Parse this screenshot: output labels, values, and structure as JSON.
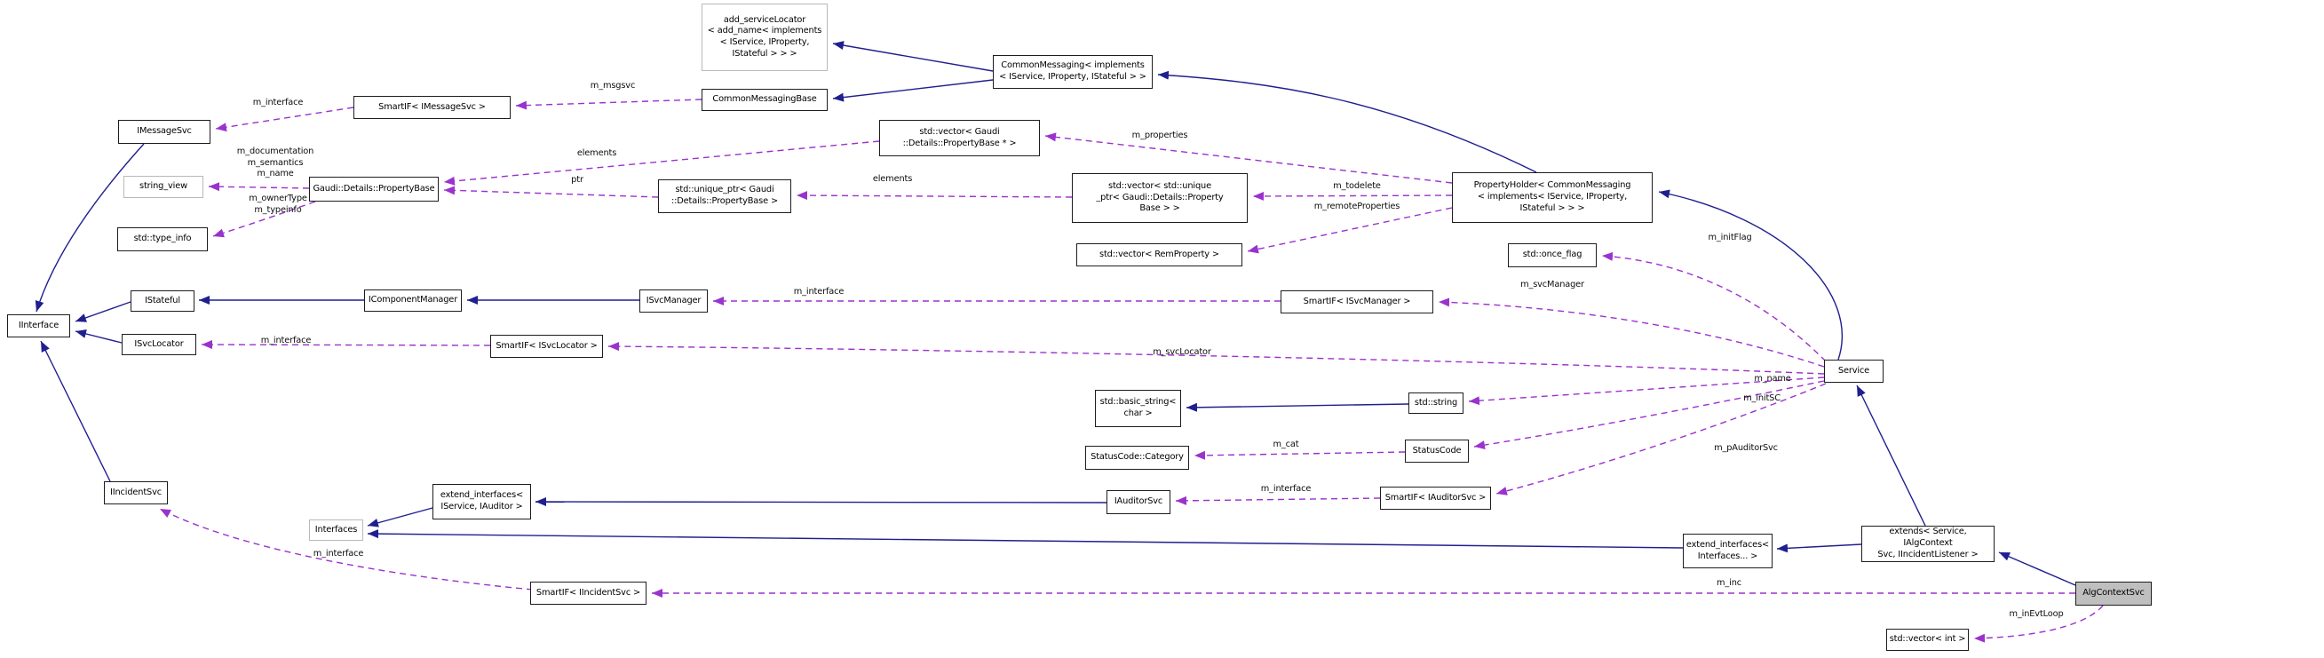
{
  "diagram": {
    "kind": "collaboration-graph",
    "colors": {
      "inheritance_edge": "#1f1f8f",
      "usage_edge": "#9a32cd",
      "node_border": "#1d1d1d",
      "external_node_border": "#b9b9b9",
      "highlight_node_fill": "#bfbfbf",
      "background": "#ffffff"
    },
    "nodes": {
      "addServiceLocator": {
        "label": "add_serviceLocator\n< add_name< implements\n< IService, IProperty,\nIStateful > > >"
      },
      "commonMessaging": {
        "label": "CommonMessaging< implements\n< IService, IProperty, IStateful > >"
      },
      "commonMessagingBase": {
        "label": "CommonMessagingBase"
      },
      "smartifIMessageSvc": {
        "label": "SmartIF< IMessageSvc >"
      },
      "imessageSvc": {
        "label": "IMessageSvc"
      },
      "stringView": {
        "label": "string_view"
      },
      "propertyBase": {
        "label": "Gaudi::Details::PropertyBase"
      },
      "stdTypeInfo": {
        "label": "std::type_info"
      },
      "uniquePtrPropertyBase": {
        "label": "std::unique_ptr< Gaudi\n::Details::PropertyBase >"
      },
      "vectorPropertyBasePtr": {
        "label": "std::vector< Gaudi\n::Details::PropertyBase * >"
      },
      "vectorUniquePtr": {
        "label": "std::vector< std::unique\n_ptr< Gaudi::Details::Property\nBase > >"
      },
      "vectorRemProperty": {
        "label": "std::vector< RemProperty >"
      },
      "propertyHolder": {
        "label": "PropertyHolder< CommonMessaging\n< implements< IService, IProperty,\nIStateful > > >"
      },
      "onceFlag": {
        "label": "std::once_flag"
      },
      "istateful": {
        "label": "IStateful"
      },
      "icomponentManager": {
        "label": "IComponentManager"
      },
      "isvcManager": {
        "label": "ISvcManager"
      },
      "smartifISvcManager": {
        "label": "SmartIF< ISvcManager >"
      },
      "iinterface": {
        "label": "IInterface"
      },
      "isvcLocator": {
        "label": "ISvcLocator"
      },
      "smartifISvcLocator": {
        "label": "SmartIF< ISvcLocator >"
      },
      "service": {
        "label": "Service"
      },
      "basicString": {
        "label": "std::basic_string<\nchar >"
      },
      "stdString": {
        "label": "std::string"
      },
      "statusCodeCategory": {
        "label": "StatusCode::Category"
      },
      "statusCode": {
        "label": "StatusCode"
      },
      "iauditorSvc": {
        "label": "IAuditorSvc"
      },
      "smartifIAuditorSvc": {
        "label": "SmartIF< IAuditorSvc >"
      },
      "extendInterfacesAuditor": {
        "label": "extend_interfaces<\nIService, IAuditor >"
      },
      "interfaces": {
        "label": "Interfaces"
      },
      "iincidentSvc": {
        "label": "IIncidentSvc"
      },
      "extendInterfacesVariadic": {
        "label": "extend_interfaces<\nInterfaces... >"
      },
      "extendsService": {
        "label": "extends< Service, IAlgContext\nSvc, IIncidentListener >"
      },
      "algContextSvc": {
        "label": "AlgContextSvc"
      },
      "smartifIIncidentSvc": {
        "label": "SmartIF< IIncidentSvc >"
      },
      "vectorInt": {
        "label": "std::vector< int >"
      }
    },
    "edge_labels": {
      "mInterface1": {
        "text": "m_interface"
      },
      "mMsgsvc": {
        "text": "m_msgsvc"
      },
      "docSemanticsName": {
        "text": "m_documentation\nm_semantics\nm_name"
      },
      "ownerTypeTypeinfo": {
        "text": "m_ownerType\nm_typeinfo"
      },
      "elements1": {
        "text": "elements"
      },
      "elements2": {
        "text": "elements"
      },
      "ptr": {
        "text": "ptr"
      },
      "mProperties": {
        "text": "m_properties"
      },
      "mTodelete": {
        "text": "m_todelete"
      },
      "mRemoteProperties": {
        "text": "m_remoteProperties"
      },
      "mInitFlag": {
        "text": "m_initFlag"
      },
      "mInterface2": {
        "text": "m_interface"
      },
      "mSvcManager": {
        "text": "m_svcManager"
      },
      "mInterface3": {
        "text": "m_interface"
      },
      "mSvcLocator": {
        "text": "m_svcLocator"
      },
      "mName": {
        "text": "m_name"
      },
      "mInitSC": {
        "text": "m_initSC"
      },
      "mCat": {
        "text": "m_cat"
      },
      "mPAuditorSvc": {
        "text": "m_pAuditorSvc"
      },
      "mInterface4": {
        "text": "m_interface"
      },
      "mInterface5": {
        "text": "m_interface"
      },
      "mInc": {
        "text": "m_inc"
      },
      "mInEvtLoop": {
        "text": "m_inEvtLoop"
      }
    }
  }
}
